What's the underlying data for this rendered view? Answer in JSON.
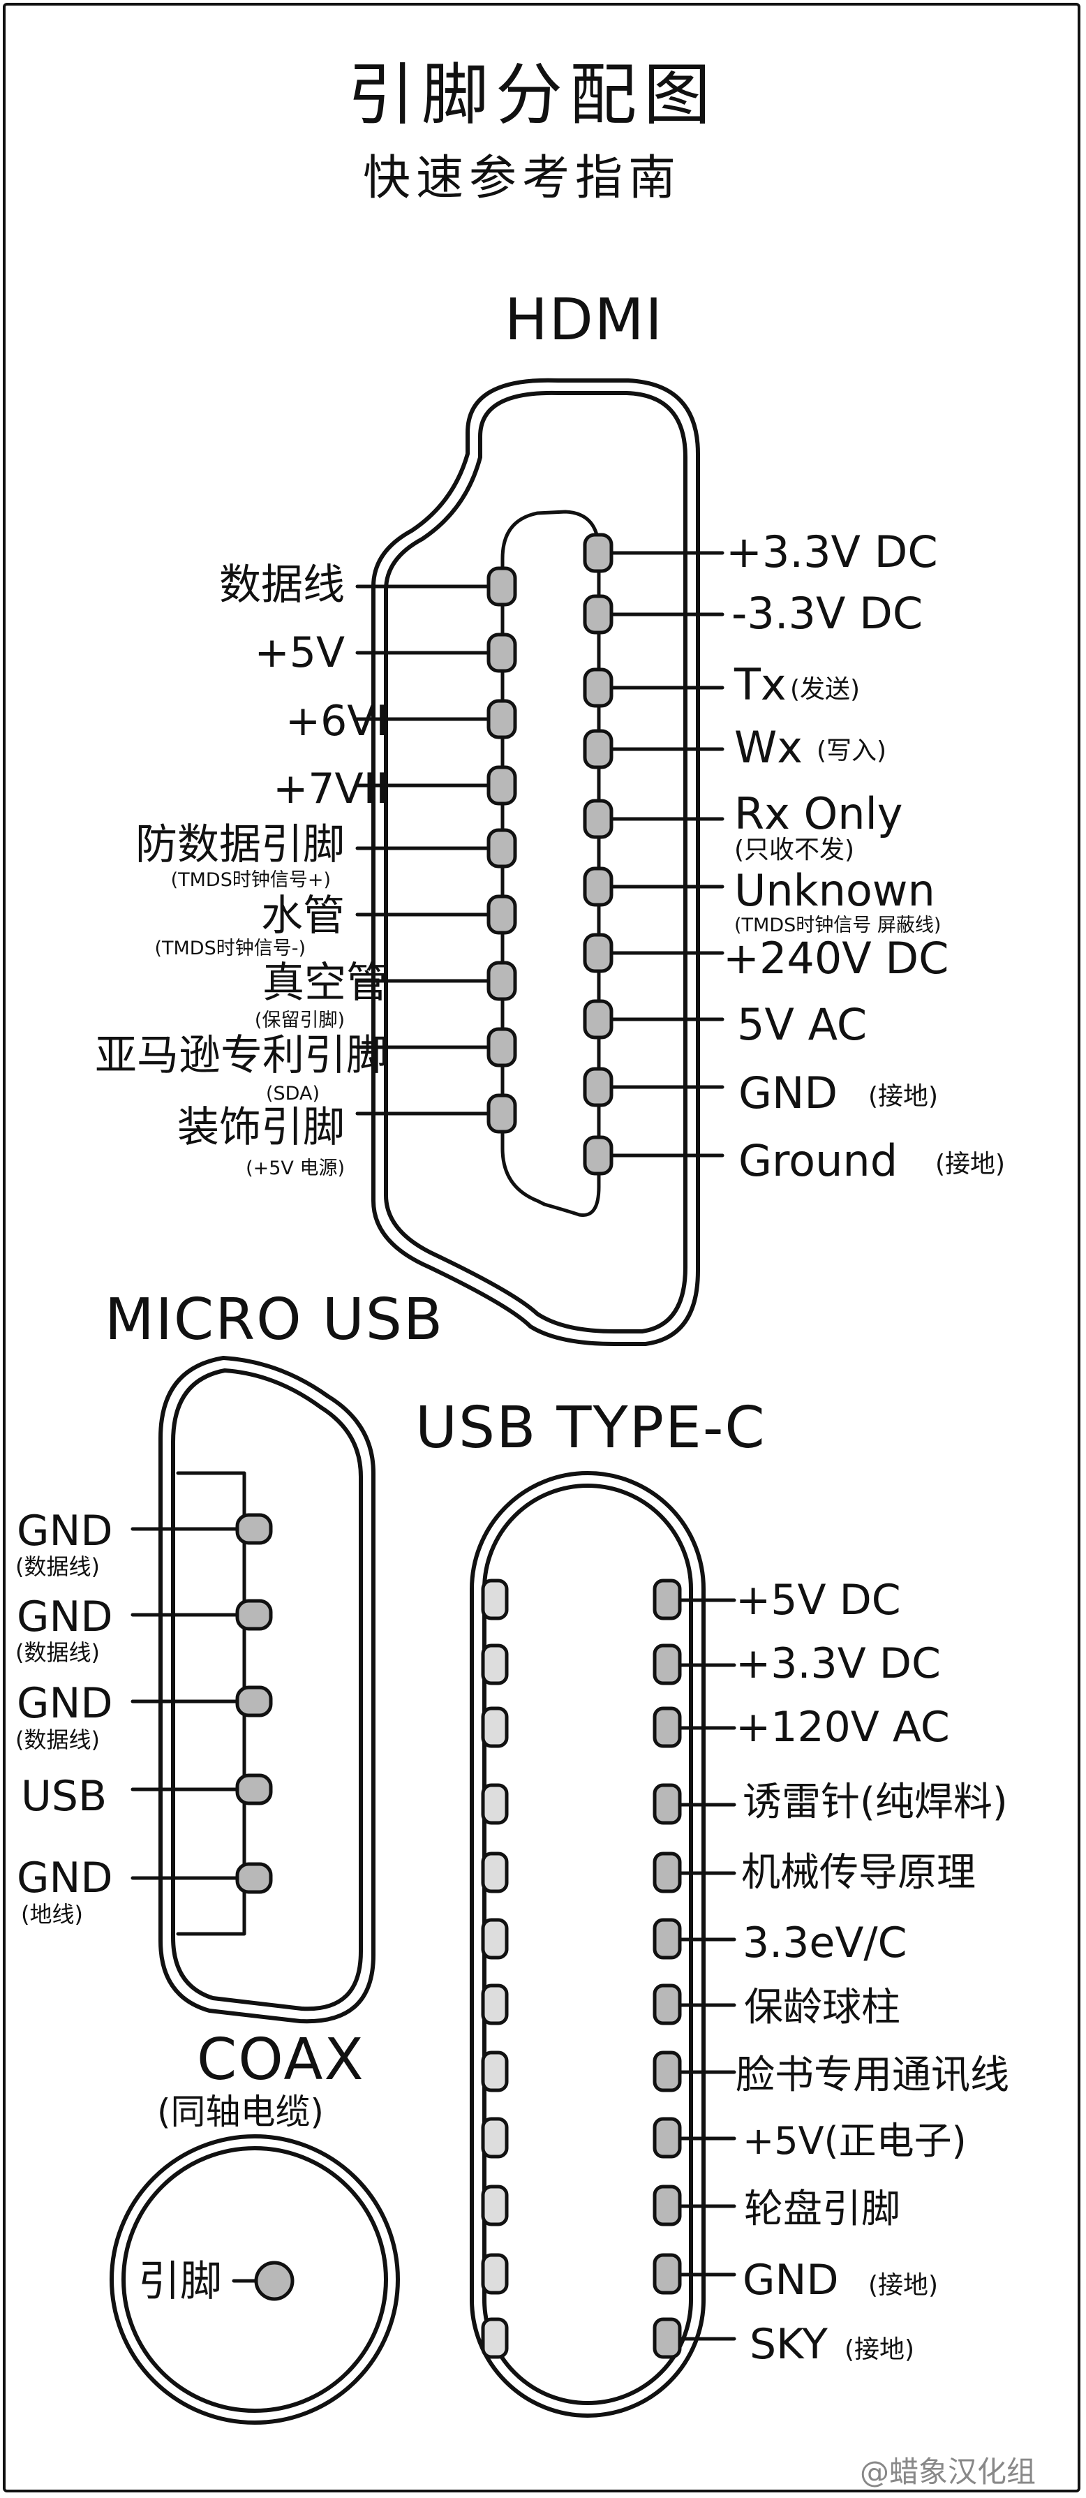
{
  "title": "引脚分配图",
  "subtitle": "快速参考指南",
  "hdmi": {
    "heading": "HDMI",
    "left": [
      {
        "label": "数据线",
        "note": ""
      },
      {
        "label": "+5V",
        "note": ""
      },
      {
        "label": "+6VI",
        "note": ""
      },
      {
        "label": "+7VII",
        "note": ""
      },
      {
        "label": "防数据引脚",
        "note": "(TMDS时钟信号+)"
      },
      {
        "label": "水管",
        "note": "(TMDS时钟信号-)"
      },
      {
        "label": "真空管",
        "note": "(保留引脚)"
      },
      {
        "label": "亚马逊专利引脚",
        "note": "(SDA)"
      },
      {
        "label": "装饰引脚",
        "note": "(+5V 电源)"
      }
    ],
    "right": [
      {
        "label": "+3.3V DC",
        "note": ""
      },
      {
        "label": "-3.3V DC",
        "note": ""
      },
      {
        "label": "Tx",
        "note": "(发送)"
      },
      {
        "label": "Wx",
        "note": "(写入)"
      },
      {
        "label": "Rx Only",
        "note": "(只收不发)"
      },
      {
        "label": "Unknown",
        "note": "(TMDS时钟信号 屏蔽线)"
      },
      {
        "label": "+240V DC",
        "note": ""
      },
      {
        "label": "5V AC",
        "note": ""
      },
      {
        "label": "GND",
        "note": "(接地)"
      },
      {
        "label": "Ground",
        "note": "(接地)"
      }
    ]
  },
  "micro_usb": {
    "heading": "MICRO USB",
    "pins": [
      {
        "label": "GND",
        "note": "(数据线)"
      },
      {
        "label": "GND",
        "note": "(数据线)"
      },
      {
        "label": "GND",
        "note": "(数据线)"
      },
      {
        "label": "USB",
        "note": ""
      },
      {
        "label": "GND",
        "note": "(地线)"
      }
    ]
  },
  "usb_c": {
    "heading": "USB TYPE-C",
    "pins": [
      {
        "label": "+5V DC",
        "note": ""
      },
      {
        "label": "+3.3V DC",
        "note": ""
      },
      {
        "label": "+120V AC",
        "note": ""
      },
      {
        "label": "诱雷针(纯焊料)",
        "note": ""
      },
      {
        "label": "机械传导原理",
        "note": ""
      },
      {
        "label": "3.3eV/C",
        "note": ""
      },
      {
        "label": "保龄球柱",
        "note": ""
      },
      {
        "label": "脸书专用通讯线",
        "note": ""
      },
      {
        "label": "+5V(正电子)",
        "note": ""
      },
      {
        "label": "轮盘引脚",
        "note": ""
      },
      {
        "label": "GND",
        "note": "(接地)"
      },
      {
        "label": "SKY",
        "note": "(接地)"
      }
    ]
  },
  "coax": {
    "heading": "COAX",
    "subheading": "(同轴电缆)",
    "pin_label": "引脚"
  },
  "watermark": "@蜡象汉化组"
}
